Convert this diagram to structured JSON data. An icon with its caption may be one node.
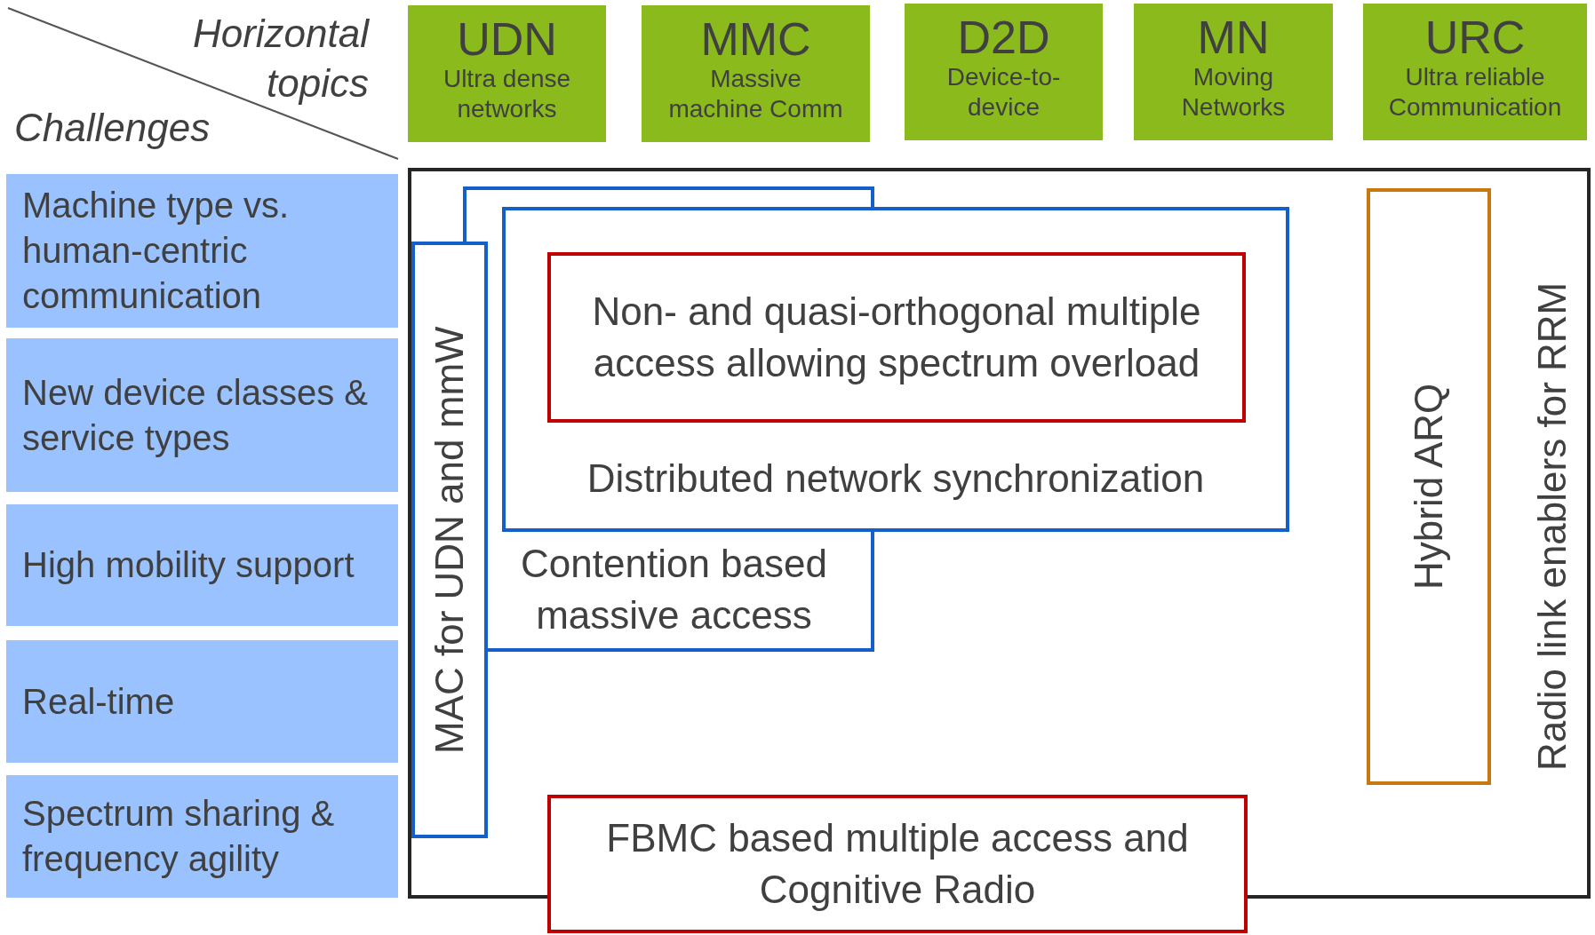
{
  "diagram": {
    "nodes": [
      {
        "text": [
          "UDN",
          "Ultra dense networks"
        ]
      },
      {
        "text": [
          "MMC",
          "Massive machine Comm"
        ]
      },
      {
        "text": [
          "D2D",
          "Device-to-device"
        ]
      },
      {
        "text": [
          "MN",
          "Moving Networks"
        ]
      },
      {
        "text": [
          "URC",
          "Ultra reliable Communication"
        ]
      },
      {
        "text": [
          "Machine type vs. human-centric communication"
        ]
      },
      {
        "text": [
          "New device classes & service types"
        ]
      },
      {
        "text": [
          "High mobility support"
        ]
      },
      {
        "text": [
          "Real-time"
        ]
      },
      {
        "text": [
          "Spectrum sharing & frequency agility"
        ]
      },
      {
        "text": [
          "Radio link enablers for RRM"
        ]
      },
      {
        "text": [
          "MAC for UDN and mmW"
        ],
        "in": 10
      },
      {
        "text": [
          "Contention based massive access"
        ],
        "in": 10
      },
      {
        "text": [
          "Distributed network synchronization"
        ],
        "in": 10
      },
      {
        "text": [
          "Non- and quasi-orthogonal multiple access allowing spectrum overload"
        ],
        "in": 13
      },
      {
        "text": [
          "Hybrid ARQ"
        ],
        "in": 10
      },
      {
        "text": [
          "FBMC based multiple access and Cognitive Radio"
        ]
      }
    ],
    "labels": [
      "Horizontal topics",
      "Challenges"
    ]
  }
}
